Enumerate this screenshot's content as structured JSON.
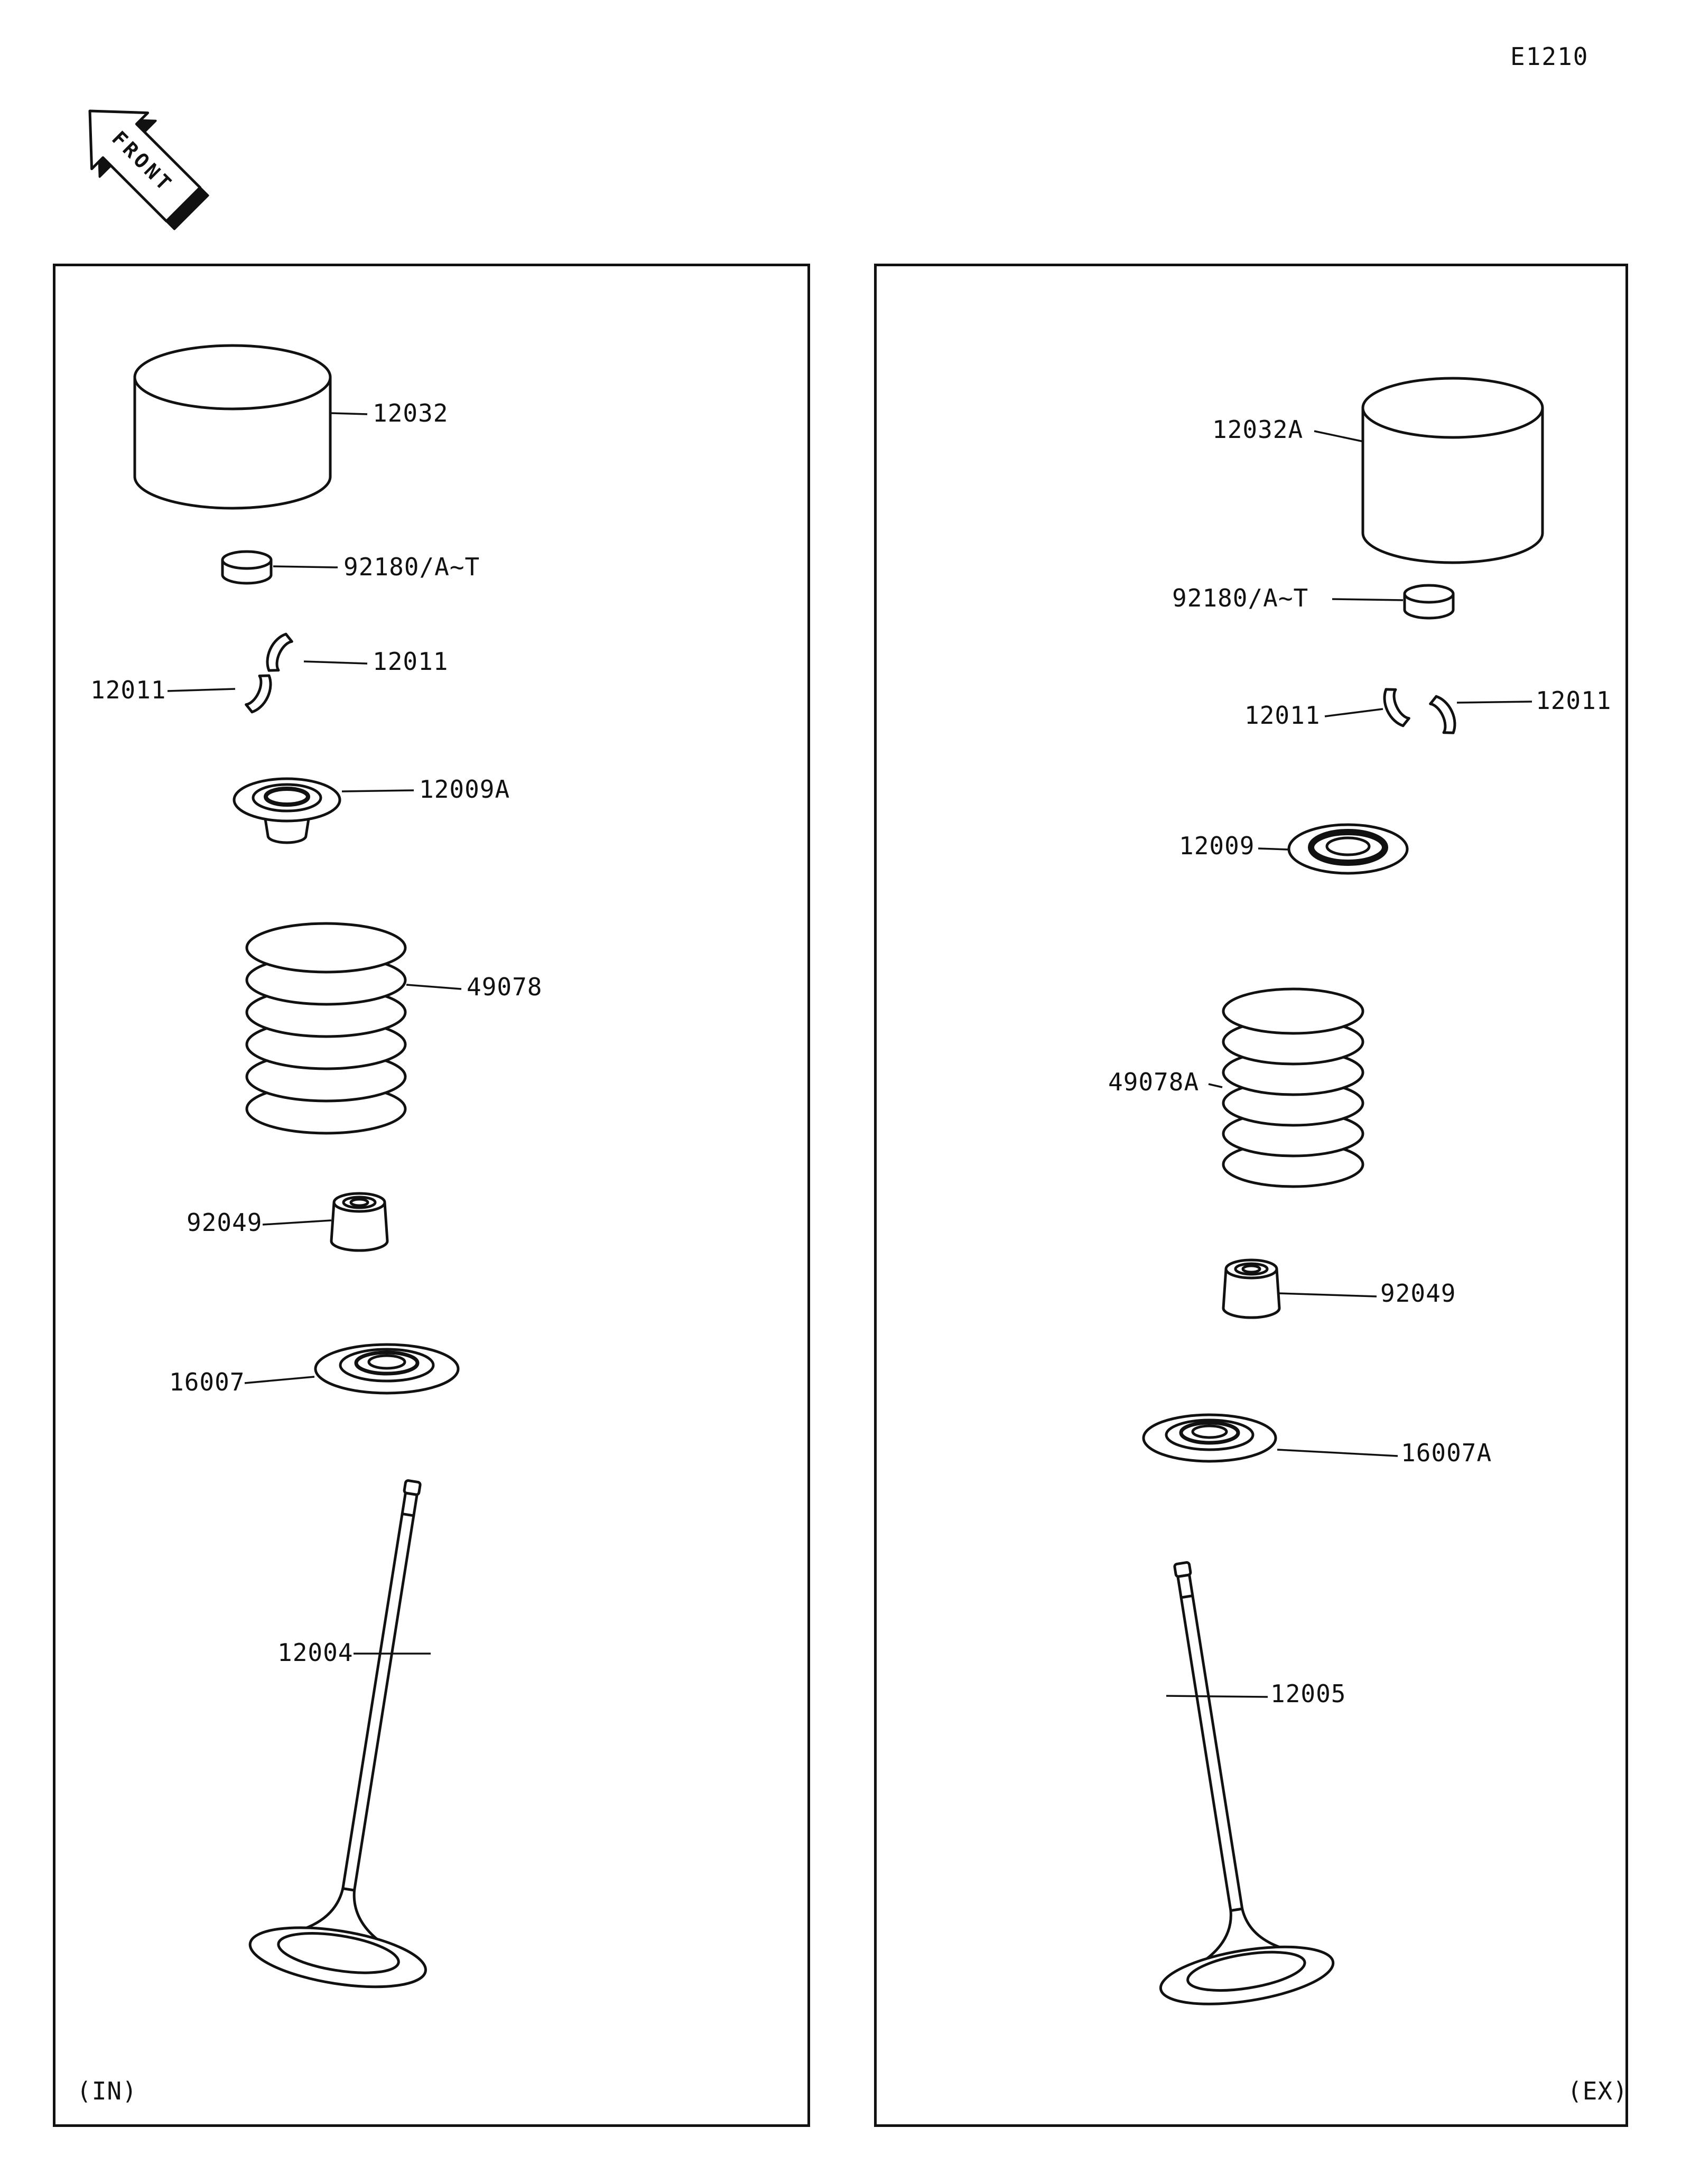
{
  "page": {
    "code": "E1210",
    "front_label": "FRONT"
  },
  "intake": {
    "caption": "(IN)",
    "labels": {
      "tappet": "12032",
      "shim": "92180/A~T",
      "keeper_left": "12011",
      "keeper_right": "12011",
      "retainer": "12009A",
      "spring": "49078",
      "seal": "92049",
      "seat": "16007",
      "valve": "12004"
    }
  },
  "exhaust": {
    "caption": "(EX)",
    "labels": {
      "tappet": "12032A",
      "shim": "92180/A~T",
      "keeper_left": "12011",
      "keeper_right": "12011",
      "retainer": "12009",
      "spring": "49078A",
      "seal": "92049",
      "seat": "16007A",
      "valve": "12005"
    }
  }
}
